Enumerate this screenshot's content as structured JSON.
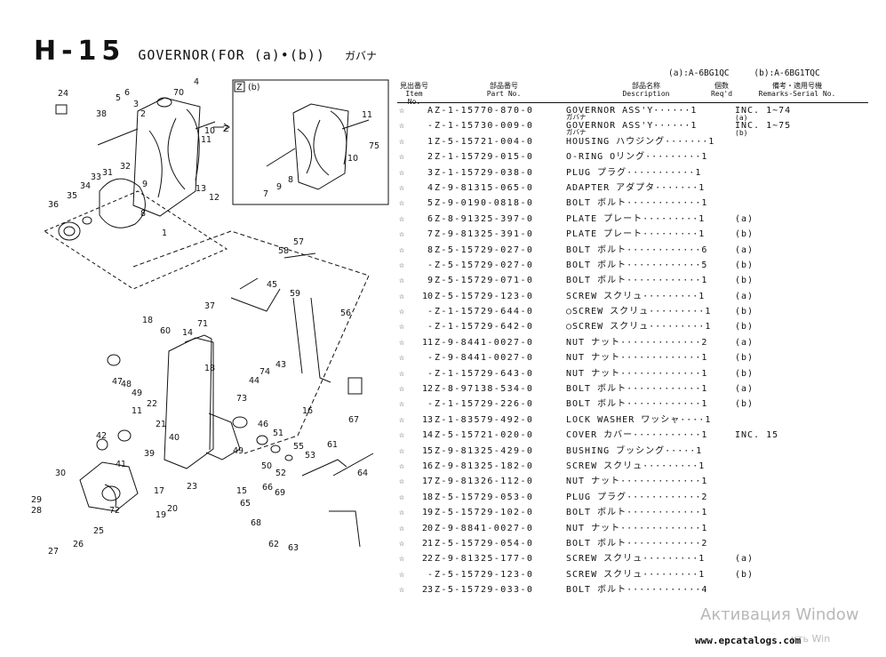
{
  "page": {
    "code": "H-15",
    "subtitle": "GOVERNOR(FOR (a)•(b))",
    "subtitle_jp": "ガバナ",
    "variant_a": "(a):A-6BG1QC",
    "variant_b": "(b):A-6BG1TQC"
  },
  "inset": {
    "tag_z": "Z",
    "tag_b": "(b)"
  },
  "arrow_label": "Z",
  "table": {
    "headers": {
      "item_jp": "見出番号",
      "item_en": "Item No.",
      "part_jp": "部品番号",
      "part_en": "Part No.",
      "desc_jp": "部品名称",
      "desc_en": "Description",
      "req_jp": "個数",
      "req_en": "Req'd",
      "rem_jp": "備考・適用号機",
      "rem_en": "Remarks-Serial No."
    },
    "rows": [
      {
        "star": "☆",
        "no": "A",
        "pn": "Z-1-15770-870-0",
        "desc": "GOVERNOR ASS'Y······1",
        "rem": "INC. 1~74",
        "note_rem": "(a)",
        "note_desc": "ガバナ"
      },
      {
        "star": "☆",
        "no": "-",
        "pn": "Z-1-15730-009-0",
        "desc": "GOVERNOR ASS'Y······1",
        "rem": "INC. 1~75",
        "note_rem": "(b)",
        "note_desc": "ガバナ"
      },
      {
        "star": "☆",
        "no": "1",
        "pn": "Z-5-15721-004-0",
        "desc": "HOUSING ハウジング·······1",
        "rem": ""
      },
      {
        "star": "☆",
        "no": "2",
        "pn": "Z-1-15729-015-0",
        "desc": "O-RING Oリング·········1",
        "rem": ""
      },
      {
        "star": "☆",
        "no": "3",
        "pn": "Z-1-15729-038-0",
        "desc": "PLUG プラグ···········1",
        "rem": ""
      },
      {
        "star": "☆",
        "no": "4",
        "pn": "Z-9-81315-065-0",
        "desc": "ADAPTER アダプタ·······1",
        "rem": ""
      },
      {
        "star": "☆",
        "no": "5",
        "pn": "Z-9-0190-0818-0",
        "desc": "BOLT ボルト············1",
        "rem": ""
      },
      {
        "star": "☆",
        "no": "6",
        "pn": "Z-8-91325-397-0",
        "desc": "PLATE プレート·········1",
        "rem": "(a)"
      },
      {
        "star": "☆",
        "no": "7",
        "pn": "Z-9-81325-391-0",
        "desc": "PLATE プレート·········1",
        "rem": "(b)"
      },
      {
        "star": "☆",
        "no": "8",
        "pn": "Z-5-15729-027-0",
        "desc": "BOLT ボルト············6",
        "rem": "(a)"
      },
      {
        "star": "☆",
        "no": "-",
        "pn": "Z-5-15729-027-0",
        "desc": "BOLT ボルト············5",
        "rem": "(b)"
      },
      {
        "star": "☆",
        "no": "9",
        "pn": "Z-5-15729-071-0",
        "desc": "BOLT ボルト············1",
        "rem": "(b)"
      },
      {
        "star": "☆",
        "no": "10",
        "pn": "Z-5-15729-123-0",
        "desc": "SCREW スクリュ·········1",
        "rem": "(a)"
      },
      {
        "star": "☆",
        "no": "-",
        "pn": "Z-1-15729-644-0",
        "desc": "○SCREW スクリュ·········1",
        "rem": "(b)"
      },
      {
        "star": "☆",
        "no": "-",
        "pn": "Z-1-15729-642-0",
        "desc": "○SCREW スクリュ·········1",
        "rem": "(b)"
      },
      {
        "star": "☆",
        "no": "11",
        "pn": "Z-9-8441-0027-0",
        "desc": "NUT ナット·············2",
        "rem": "(a)"
      },
      {
        "star": "☆",
        "no": "-",
        "pn": "Z-9-8441-0027-0",
        "desc": "NUT ナット·············1",
        "rem": "(b)"
      },
      {
        "star": "☆",
        "no": "-",
        "pn": "Z-1-15729-643-0",
        "desc": "NUT ナット·············1",
        "rem": "(b)"
      },
      {
        "star": "☆",
        "no": "12",
        "pn": "Z-8-97138-534-0",
        "desc": "BOLT ボルト············1",
        "rem": "(a)"
      },
      {
        "star": "☆",
        "no": "-",
        "pn": "Z-1-15729-226-0",
        "desc": "BOLT ボルト············1",
        "rem": "(b)"
      },
      {
        "star": "☆",
        "no": "13",
        "pn": "Z-1-83579-492-0",
        "desc": "LOCK WASHER ワッシャ····1",
        "rem": ""
      },
      {
        "star": "☆",
        "no": "14",
        "pn": "Z-5-15721-020-0",
        "desc": "COVER カバー···········1",
        "rem": "INC. 15"
      },
      {
        "star": "☆",
        "no": "15",
        "pn": "Z-9-81325-429-0",
        "desc": "BUSHING ブッシング·····1",
        "rem": ""
      },
      {
        "star": "☆",
        "no": "16",
        "pn": "Z-9-81325-182-0",
        "desc": "SCREW スクリュ·········1",
        "rem": ""
      },
      {
        "star": "☆",
        "no": "17",
        "pn": "Z-9-81326-112-0",
        "desc": "NUT ナット·············1",
        "rem": ""
      },
      {
        "star": "☆",
        "no": "18",
        "pn": "Z-5-15729-053-0",
        "desc": "PLUG プラグ············2",
        "rem": ""
      },
      {
        "star": "☆",
        "no": "19",
        "pn": "Z-5-15729-102-0",
        "desc": "BOLT ボルト············1",
        "rem": ""
      },
      {
        "star": "☆",
        "no": "20",
        "pn": "Z-9-8841-0027-0",
        "desc": "NUT ナット·············1",
        "rem": ""
      },
      {
        "star": "☆",
        "no": "21",
        "pn": "Z-5-15729-054-0",
        "desc": "BOLT ボルト············2",
        "rem": ""
      },
      {
        "star": "☆",
        "no": "22",
        "pn": "Z-9-81325-177-0",
        "desc": "SCREW スクリュ·········1",
        "rem": "(a)"
      },
      {
        "star": "☆",
        "no": "-",
        "pn": "Z-5-15729-123-0",
        "desc": "SCREW スクリュ·········1",
        "rem": "(b)"
      },
      {
        "star": "☆",
        "no": "23",
        "pn": "Z-5-15729-033-0",
        "desc": "BOLT ボルト············4",
        "rem": ""
      }
    ]
  },
  "diagram_labels": [
    "24",
    "5",
    "6",
    "3",
    "70",
    "4",
    "2",
    "38",
    "11",
    "12",
    "10",
    "13",
    "32",
    "31",
    "33",
    "34",
    "35",
    "36",
    "9",
    "8",
    "1",
    "58",
    "57",
    "37",
    "45",
    "59",
    "56",
    "18",
    "60",
    "71",
    "14",
    "47",
    "48",
    "49",
    "39",
    "40",
    "41",
    "42",
    "74",
    "43",
    "44",
    "73",
    "16",
    "67",
    "11",
    "22",
    "46",
    "51",
    "55",
    "53",
    "61",
    "50",
    "52",
    "49",
    "64",
    "15",
    "65",
    "66",
    "69",
    "68",
    "62",
    "63",
    "30",
    "29",
    "28",
    "27",
    "26",
    "25",
    "72",
    "17",
    "19",
    "20",
    "21",
    "23",
    "18"
  ],
  "inset_labels": [
    "11",
    "10",
    "75",
    "7",
    "9",
    "8"
  ],
  "watermark": {
    "line1": "Активация Window",
    "line2": "ить Win"
  },
  "footer": {
    "site": "www.epcatalogs.com"
  }
}
